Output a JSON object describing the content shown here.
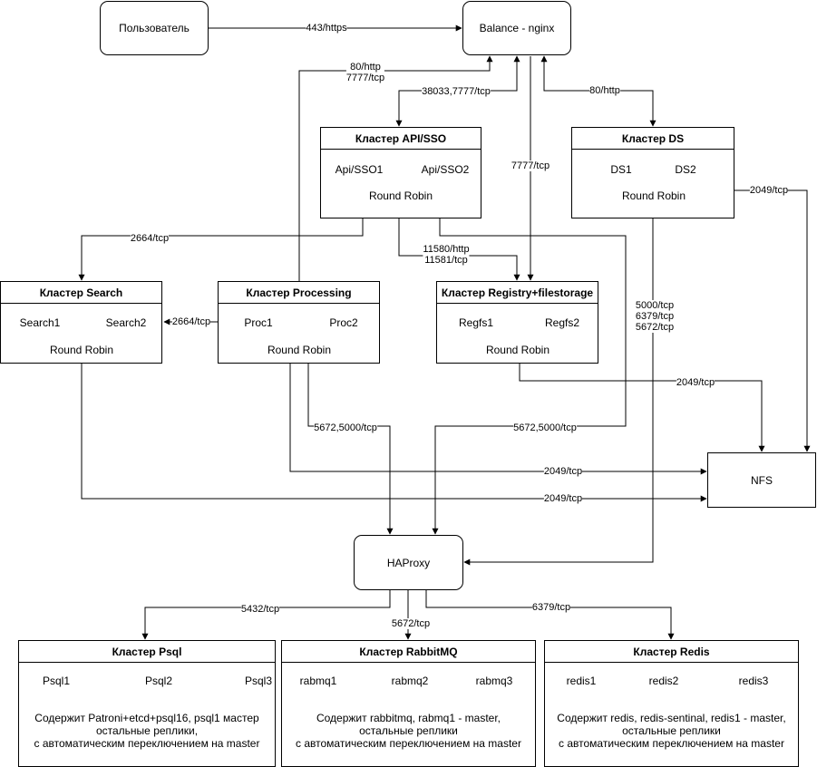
{
  "nodes": {
    "user": "Пользователь",
    "balancer": "Balance - nginx",
    "nfs": "NFS",
    "haproxy": "HAProxy",
    "api": {
      "title": "Кластер API/SSO",
      "members": [
        "Api/SSO1",
        "Api/SSO2"
      ],
      "mode": "Round Robin"
    },
    "ds": {
      "title": "Кластер DS",
      "members": [
        "DS1",
        "DS2"
      ],
      "mode": "Round Robin"
    },
    "search": {
      "title": "Кластер Search",
      "members": [
        "Search1",
        "Search2"
      ],
      "mode": "Round Robin"
    },
    "processing": {
      "title": "Кластер Processing",
      "members": [
        "Proc1",
        "Proc2"
      ],
      "mode": "Round Robin"
    },
    "registry": {
      "title": "Кластер Registry+filestorage",
      "members": [
        "Regfs1",
        "Regfs2"
      ],
      "mode": "Round Robin"
    },
    "psql": {
      "title": "Кластер Psql",
      "members": [
        "Psql1",
        "Psql2",
        "Psql3"
      ],
      "desc": [
        "Содержит Patroni+etcd+psql16, psql1 мастер",
        "остальные реплики,",
        "с автоматическим переключением на master"
      ]
    },
    "rabbit": {
      "title": "Кластер RabbitMQ",
      "members": [
        "rabmq1",
        "rabmq2",
        "rabmq3"
      ],
      "desc": [
        "Содержит rabbitmq, rabmq1 - master,",
        "остальные реплики",
        "с автоматическим переключением на master"
      ]
    },
    "redis": {
      "title": "Кластер Redis",
      "members": [
        "redis1",
        "redis2",
        "redis3"
      ],
      "desc": [
        "Содержит redis, redis-sentinal, redis1 - master,",
        "остальные реплики",
        "с автоматическим переключением на master"
      ]
    }
  },
  "edges": {
    "user_balancer": "443/https",
    "proc_balancer": [
      "80/http",
      "7777/tcp"
    ],
    "balancer_api": "38033,7777/tcp",
    "balancer_ds": "80/http",
    "balancer_registry": "7777/tcp",
    "api_search": "2664/tcp",
    "api_registry": [
      "11580/http",
      "11581/tcp"
    ],
    "ds_nfs": "2049/tcp",
    "ds_haproxy": [
      "5000/tcp",
      "6379/tcp",
      "5672/tcp"
    ],
    "proc_search": "2664/tcp",
    "registry_nfs": "2049/tcp",
    "proc_haproxy": "5672,5000/tcp",
    "api_haproxy": "5672,5000/tcp",
    "proc_nfs": "2049/tcp",
    "search_nfs": "2049/tcp",
    "haproxy_psql": "5432/tcp",
    "haproxy_rabbit": "5672/tcp",
    "haproxy_redis": "6379/tcp"
  }
}
